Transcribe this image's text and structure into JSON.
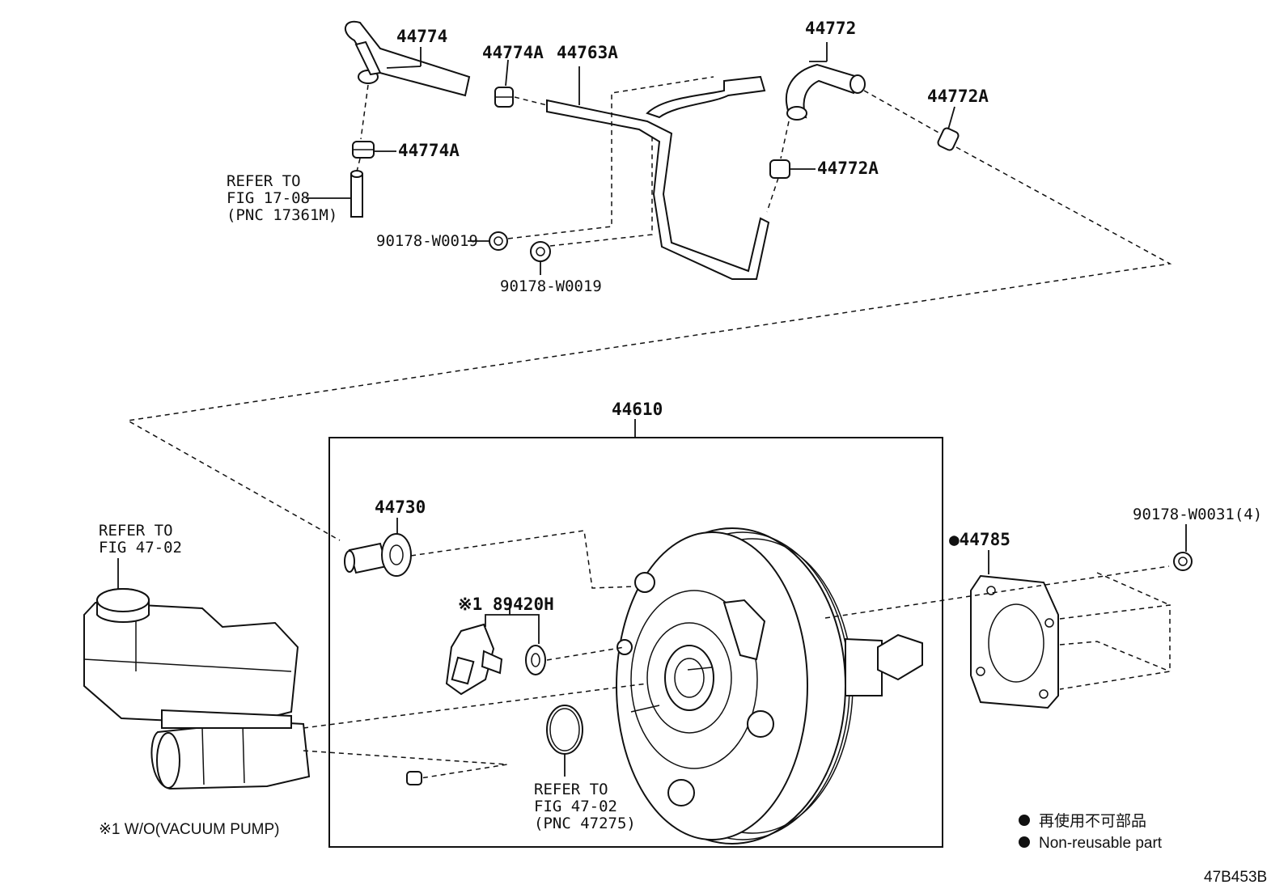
{
  "diagram_id": "47B453B",
  "labels": {
    "p44774": "44774",
    "p44774A_top": "44774A",
    "p44763A": "44763A",
    "p44772": "44772",
    "p44772A_right": "44772A",
    "p44774A_mid": "44774A",
    "p44772A_mid": "44772A",
    "bolt1": "90178-W0019",
    "bolt2": "90178-W0019",
    "p44610": "44610",
    "p44730": "44730",
    "p89420H": "※1 89420H",
    "p44785": "●44785",
    "nut_w0031": "90178-W0031(4)"
  },
  "refer_fig17": [
    "REFER TO",
    "FIG 17-08",
    "(PNC 17361M)"
  ],
  "refer_fig47_master": [
    "REFER TO",
    "FIG 47-02"
  ],
  "refer_fig47_ring": [
    "REFER TO",
    "FIG 47-02",
    "(PNC 47275)"
  ],
  "footnote": "※1 W/O(VACUUM PUMP)",
  "legend": {
    "jp": "再使用不可部品",
    "en": "Non-reusable part"
  }
}
